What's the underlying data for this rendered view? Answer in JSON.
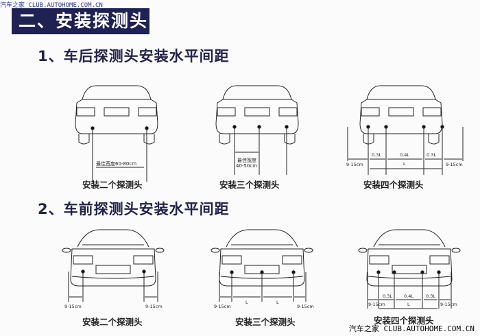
{
  "watermark_top": "汽车之家 CLUB.AUTOHOME.COM.CN",
  "watermark_bottom": "汽车之家 CLUB.AUTOHOME.COM.CN",
  "header": {
    "title": "二、安装探测头"
  },
  "section1": {
    "title": "1、车后探测头安装水平间距",
    "cars": [
      {
        "caption": "安装二个探测头",
        "note": "最佳宽度60-80cm"
      },
      {
        "caption": "安装三个探测头",
        "note_line1": "最佳宽度",
        "note_line2": "40-50cm"
      },
      {
        "caption": "安装四个探测头",
        "seg1": "0.3L",
        "seg2": "0.4L",
        "seg3": "0.3L",
        "total": "L",
        "edge_left": "9-15cm",
        "edge_right": "9-15cm"
      }
    ]
  },
  "section2": {
    "title": "2、车前探测头安装水平间距",
    "cars": [
      {
        "caption": "安装二个探测头",
        "edge_left": "9-15cm",
        "edge_right": "9-15cm"
      },
      {
        "caption": "安装三个探测头",
        "gap1": "L",
        "gap2": "L",
        "edge_left": "9-15cm",
        "edge_right": "9-15cm"
      },
      {
        "caption": "安装四个探测头",
        "seg1": "0.3L",
        "seg2": "0.4L",
        "seg3": "0.3L",
        "total": "L",
        "edge_left": "9-15cm",
        "edge_right": "9-15cm"
      }
    ]
  }
}
